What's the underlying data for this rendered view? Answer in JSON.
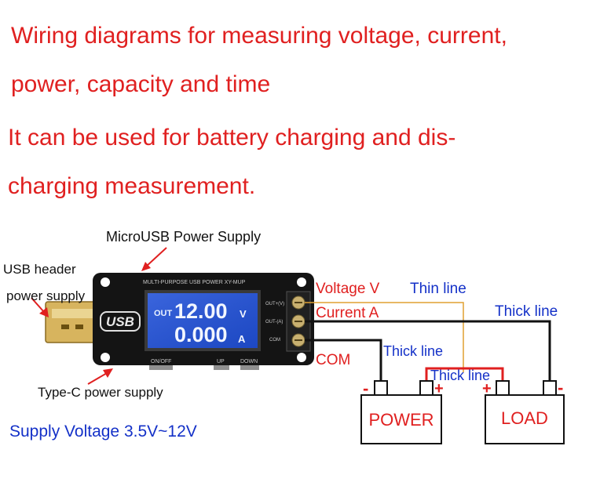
{
  "header": {
    "line1": "Wiring diagrams for measuring voltage, current,",
    "line2": "power, capacity and time",
    "line3": "It can be used for battery charging and dis-",
    "line4": "charging measurement."
  },
  "labels": {
    "microusb": "MicroUSB Power Supply",
    "usb_header_1": "USB  header",
    "usb_header_2": "power supply",
    "typec": "Type-C  power supply",
    "supply_voltage": "Supply Voltage 3.5V~12V",
    "voltage_v": "Voltage V",
    "current_a": "Current A",
    "com": "COM",
    "thin_line": "Thin line",
    "thick_line_1": "Thick line",
    "thick_line_2": "Thick line",
    "thick_line_3": "Thick line",
    "power_box": "POWER",
    "load_box": "LOAD",
    "minus": "-",
    "plus": "+"
  },
  "device": {
    "title": "MULTI-PURPOSE USB POWER XY-MUP",
    "usb_logo": "USB",
    "out_label": "OUT",
    "voltage_reading": "12.00",
    "voltage_unit": "V",
    "current_reading": "0.000",
    "current_unit": "A",
    "term_v": "OUT+(V)",
    "term_a": "OUT-(A)",
    "term_com": "COM",
    "btn_onoff": "ON/OFF",
    "btn_up": "UP",
    "btn_down": "DOWN"
  },
  "colors": {
    "accent_red": "#e02020",
    "accent_blue": "#1431c8",
    "thin_wire": "#e0a030",
    "lcd_blue": "#2050d8",
    "board": "#141414"
  }
}
